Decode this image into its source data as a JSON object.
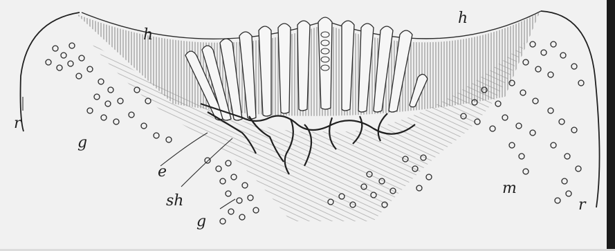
{
  "figure": {
    "labels": {
      "h_left": "h",
      "h_right": "h",
      "r_left": "r",
      "r_right": "r",
      "g_left": "g",
      "g_bottom": "g",
      "e": "e",
      "sh": "sh",
      "m": "m"
    },
    "colors": {
      "background": "#f1f1f1",
      "ink": "#1f1f1f",
      "frame": "#1b1b1b"
    }
  }
}
